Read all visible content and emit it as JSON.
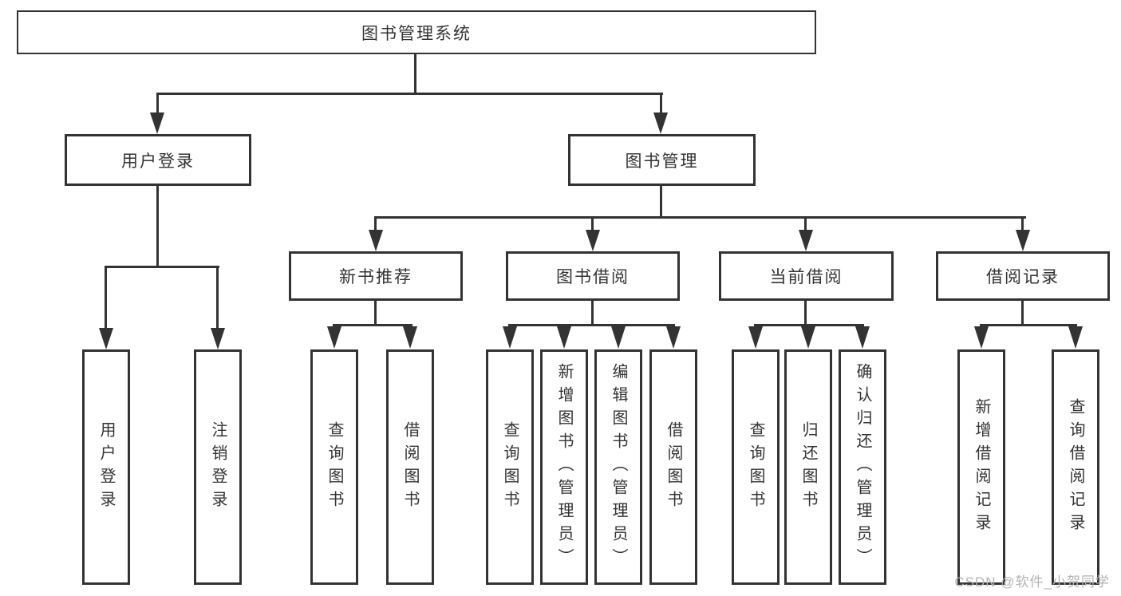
{
  "diagram": {
    "root": {
      "label": "图书管理系统",
      "children": [
        {
          "label": "用户登录",
          "children": [
            {
              "label": "用户登录"
            },
            {
              "label": "注销登录"
            }
          ]
        },
        {
          "label": "图书管理",
          "children": [
            {
              "label": "新书推荐",
              "children": [
                {
                  "label": "查询图书"
                },
                {
                  "label": "借阅图书"
                }
              ]
            },
            {
              "label": "图书借阅",
              "children": [
                {
                  "label": "查询图书"
                },
                {
                  "label": "新增图书（管理员）"
                },
                {
                  "label": "编辑图书（管理员）"
                },
                {
                  "label": "借阅图书"
                }
              ]
            },
            {
              "label": "当前借阅",
              "children": [
                {
                  "label": "查询图书"
                },
                {
                  "label": "归还图书"
                },
                {
                  "label": "确认归还（管理员）"
                }
              ]
            },
            {
              "label": "借阅记录",
              "children": [
                {
                  "label": "新增借阅记录"
                },
                {
                  "label": "查询借阅记录"
                }
              ]
            }
          ]
        }
      ]
    }
  },
  "watermark": {
    "text": "CSDN @软件_小贺同学"
  },
  "colors": {
    "line": "#333333",
    "text": "#333333",
    "box_background": "#ffffff",
    "watermark": "#b3b3b3",
    "background": "#ffffff"
  }
}
